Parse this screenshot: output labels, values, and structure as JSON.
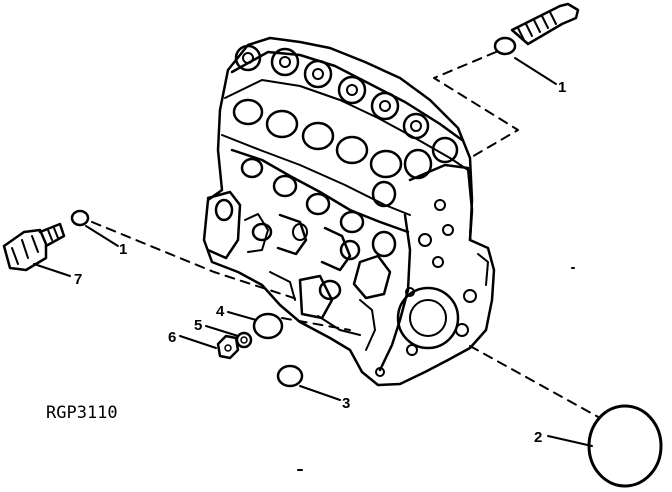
{
  "figure_ref": "RGP3110",
  "callouts": {
    "c1a": "1",
    "c1b": "1",
    "c2": "2",
    "c3": "3",
    "c4": "4",
    "c5": "5",
    "c6": "6",
    "c7": "7"
  },
  "colors": {
    "ink": "#000000",
    "paper": "#ffffff"
  }
}
